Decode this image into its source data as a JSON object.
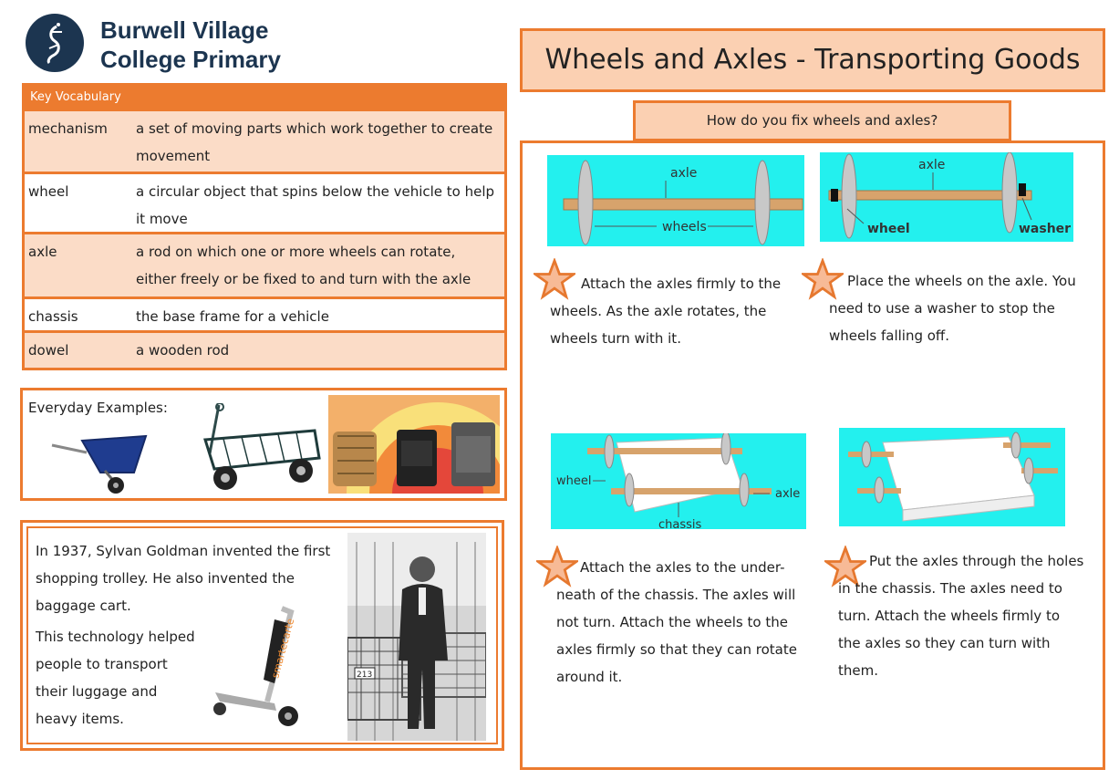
{
  "school": {
    "line1": "Burwell Village",
    "line2": "College Primary"
  },
  "vocab": {
    "heading": "Key Vocabulary",
    "rows": [
      {
        "term": "mechanism",
        "definition": "a set of moving parts which work together to create movement"
      },
      {
        "term": "wheel",
        "definition": "a circular object that spins below the vehicle to help it move"
      },
      {
        "term": "axle",
        "definition": "a rod on which one or more wheels can rotate, either freely or be fixed to and turn with the axle"
      },
      {
        "term": "chassis",
        "definition": "the base frame for a vehicle"
      },
      {
        "term": "dowel",
        "definition": "a wooden rod"
      }
    ]
  },
  "everyday": {
    "label": "Everyday Examples:"
  },
  "goldman": {
    "para1": "In 1937, Sylvan Goldman invented the first shopping trolley. He also invented the baggage cart.",
    "para2": "This technology helped people to transport their luggage and heavy items.",
    "cart_brand": "smartecarte",
    "trolley_tag": "213"
  },
  "title": "Wheels and Axles - Transporting Goods",
  "question": "How do you fix wheels and axles?",
  "diagrams": {
    "d1": {
      "axle": "axle",
      "wheels": "wheels"
    },
    "d2": {
      "axle": "axle",
      "wheel": "wheel",
      "washer": "washer"
    },
    "d3": {
      "wheel": "wheel",
      "axle": "axle",
      "chassis": "chassis"
    }
  },
  "steps": {
    "s1": "Attach the axles firmly to the wheels. As the axle rotates, the wheels turn with it.",
    "s2": "Place the wheels on the axle. You need to use a washer to stop the wheels falling off.",
    "s3": "Attach the axles to the under-neath of the chassis. The axles will not turn. Attach the wheels to the axles firmly so that they can rotate around it.",
    "s4": "Put the axles through the holes in the chassis. The axles need to turn. Attach the wheels firmly to the axles so they can turn with them."
  },
  "colors": {
    "accent": "#ec7b2f",
    "peach": "#fbdcc7",
    "navy": "#1c3550",
    "diagram_bg": "#23f0ee"
  }
}
